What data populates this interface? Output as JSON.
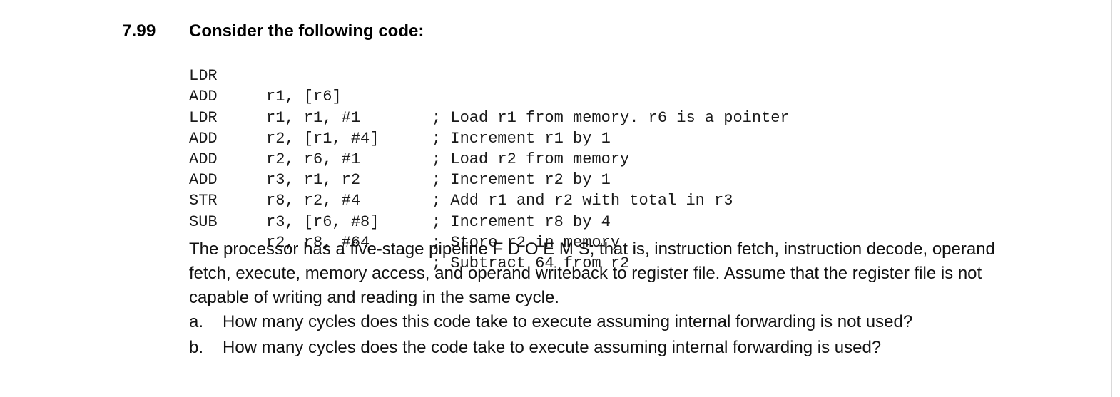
{
  "problem": {
    "number": "7.99",
    "heading": "Consider the following code:"
  },
  "code": [
    {
      "op": "LDR",
      "args": "r1, [r6]",
      "comment": "; Load r1 from memory. r6 is a pointer"
    },
    {
      "op": "ADD",
      "args": "r1, r1, #1",
      "comment": "; Increment r1 by 1"
    },
    {
      "op": "LDR",
      "args": "r2, [r1, #4]",
      "comment": "; Load r2 from memory"
    },
    {
      "op": "ADD",
      "args": "r2, r6, #1",
      "comment": "; Increment r2 by 1"
    },
    {
      "op": "ADD",
      "args": "r3, r1, r2",
      "comment": "; Add r1 and r2 with total in r3"
    },
    {
      "op": "ADD",
      "args": "r8, r2, #4",
      "comment": "; Increment r8 by 4"
    },
    {
      "op": "STR",
      "args": "r3, [r6, #8]",
      "comment": "; Store r2 in memory"
    },
    {
      "op": "SUB",
      "args": "r2, r8, #64",
      "comment": "; Subtract 64 from r2"
    }
  ],
  "description": "The processor has a five-stage pipeline F D O E M S; that is, instruction fetch, instruction decode, operand fetch, execute, memory access, and operand writeback to register file. Assume that the register file is not capable of writing and reading in the same cycle.",
  "questions": [
    {
      "label": "a.",
      "text": "How many cycles does this code take to execute assuming internal forwarding is not used?"
    },
    {
      "label": "b.",
      "text": "How many cycles does the code take to execute assuming internal forwarding is used?"
    }
  ]
}
